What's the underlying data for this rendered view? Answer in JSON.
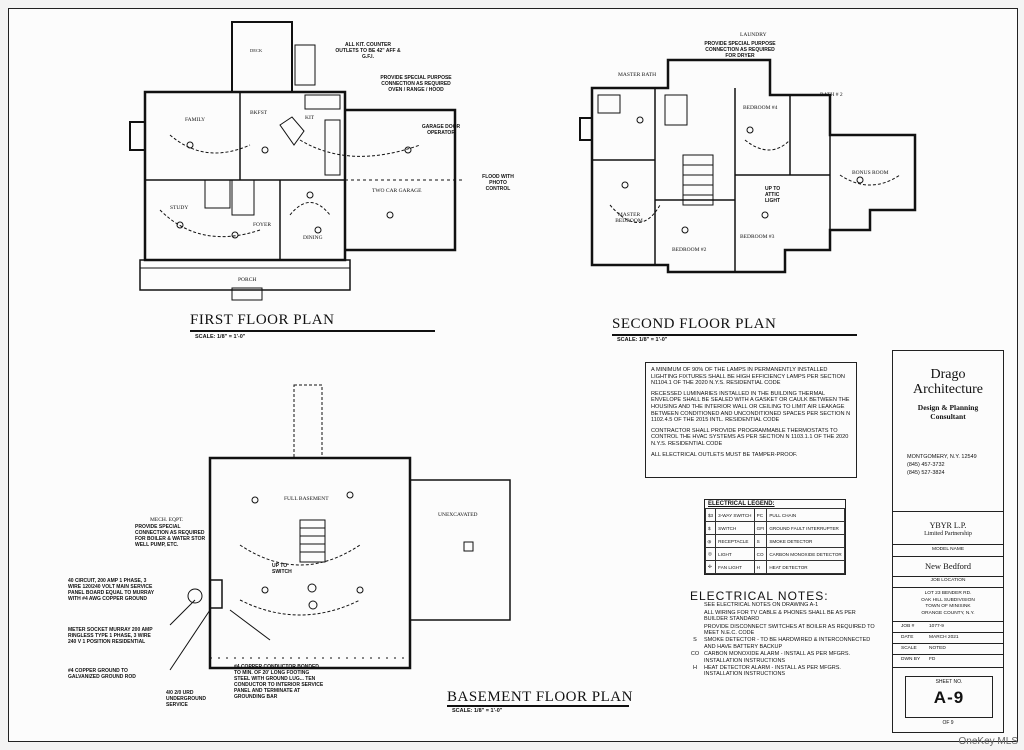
{
  "plans": {
    "first": {
      "title": "FIRST FLOOR PLAN",
      "scale": "SCALE: 1/8\" = 1'-0\"",
      "rooms": {
        "family": "FAMILY",
        "bkfst": "BKFST",
        "kit": "KIT",
        "study": "STUDY",
        "foyer": "FOYER",
        "dining": "DINING",
        "porch": "PORCH",
        "garage": "TWO CAR GARAGE",
        "deck": "DECK"
      },
      "notes": {
        "kit_outlets": "ALL KIT. COUNTER OUTLETS TO BE 42\" AFF & G.F.I.",
        "special_purpose": "PROVIDE SPECIAL PURPOSE CONNECTION AS REQUIRED OVEN / RANGE / HOOD",
        "garage_door": "GARAGE DOOR OPERATOR",
        "flood": "FLOOD WITH PHOTO CONTROL"
      }
    },
    "second": {
      "title": "SECOND FLOOR PLAN",
      "scale": "SCALE: 1/8\" = 1'-0\"",
      "rooms": {
        "laundry": "LAUNDRY",
        "master_bath": "MASTER BATH",
        "bedroom4": "BEDROOM #4",
        "bath2": "BATH # 2",
        "bonus": "BONUS ROOM",
        "master_bedroom": "MASTER BEDROOM",
        "bedroom2": "BEDROOM #2",
        "bedroom3": "BEDROOM #3"
      },
      "notes": {
        "laundry": "PROVIDE SPECIAL PURPOSE CONNECTION AS REQUIRED FOR DRYER",
        "attic": "UP TO ATTIC LIGHT"
      }
    },
    "basement": {
      "title": "BASEMENT FLOOR PLAN",
      "scale": "SCALE: 1/8\" = 1'-0\"",
      "rooms": {
        "full": "FULL BASEMENT",
        "unexcavated": "UNEXCAVATED",
        "mech": "MECH. EQPT."
      },
      "notes": {
        "mech": "PROVIDE SPECIAL CONNECTION AS REQUIRED FOR BOILER & WATER STOR WELL PUMP, ETC.",
        "circuit": "40 CIRCUIT, 200 AMP 1 PHASE, 3 WIRE 120/240 VOLT MAIN SERVICE PANEL BOARD EQUAL TO MURRAY WITH #4 AWG COPPER GROUND",
        "meter": "METER SOCKET MURRAY 200 AMP RINGLESS TYPE 1 PHASE, 3 WIRE 240 V 1 POSITION RESIDENTIAL",
        "ground": "#4 COPPER GROUND TO GALVANIZED GROUND ROD",
        "urd": "4/0 2/0 URD UNDERGROUND SERVICE",
        "conductor": "#4 COPPER CONDUCTOR BONDED TO MIN. OF 20' LONG FOOTING STEEL WITH GROUND LUG... TEN CONDUCTOR TO INTERIOR SERVICE PANEL AND TERMINATE AT GROUNDING BAR",
        "switch": "UP TO SWITCH"
      }
    }
  },
  "code_notes": [
    "A MINIMUM OF 90% OF THE LAMPS IN PERMANENTLY INSTALLED LIGHTING FIXTURES SHALL BE HIGH EFFICIENCY LAMPS PER SECTION N1104.1 OF THE 2020 N.Y.S. RESIDENTIAL CODE",
    "RECESSED LUMINARIES INSTALLED IN THE BUILDING THERMAL ENVELOPE SHALL BE SEALED WITH A GASKET OR CAULK BETWEEN THE HOUSING AND THE INTERIOR WALL OR CEILING TO LIMIT AIR LEAKAGE BETWEEN CONDITIONED AND UNCONDITIONED SPACES PER SECTION N 1102.4.5 OF THE 2015 INTL. RESIDENTIAL CODE",
    "CONTRACTOR SHALL PROVIDE PROGRAMMABLE THERMOSTATS TO CONTROL THE HVAC SYSTEMS AS PER SECTION N 1103.1.1 OF THE 2020 N.Y.S. RESIDENTIAL CODE",
    "ALL ELECTRICAL OUTLETS MUST BE TAMPER-PROOF."
  ],
  "legend": {
    "title": "ELECTRICAL LEGEND:",
    "rows": [
      [
        "$3",
        "3-WAY SWITCH",
        "PC",
        "PULL CHAIN"
      ],
      [
        "$",
        "SWITCH",
        "GFI",
        "GROUND FAULT INTERRUPTER"
      ],
      [
        "⦶",
        "RECEPTACLE",
        "S",
        "SMOKE DETECTOR"
      ],
      [
        "◎",
        "LIGHT",
        "CO",
        "CARBON MONOXIDE DETECTOR"
      ],
      [
        "✣",
        "FAN LIGHT",
        "H",
        "HEAT DETECTOR"
      ]
    ]
  },
  "electrical_notes": {
    "title": "ELECTRICAL NOTES:",
    "items": [
      [
        "",
        "SEE ELECTRICAL NOTES ON DRAWING A-1"
      ],
      [
        "",
        "ALL WIRING FOR TV CABLE & PHONES SHALL BE AS PER BUILDER STANDARD"
      ],
      [
        "",
        "PROVIDE DISCONNECT SWITCHES AT BOILER AS REQUIRED TO MEET N.E.C. CODE"
      ],
      [
        "S",
        "SMOKE DETECTOR - TO BE HARDWIRED & INTERCONNECTED AND HAVE BATTERY BACKUP"
      ],
      [
        "CO",
        "CARBON MONOXIDE ALARM - INSTALL AS PER MFGRS. INSTALLATION INSTRUCTIONS"
      ],
      [
        "H",
        "HEAT DETECTOR ALARM - INSTALL AS PER MFGRS. INSTALLATION INSTRUCTIONS"
      ]
    ]
  },
  "title_block": {
    "firm_line1": "Drago",
    "firm_line2": "Architecture",
    "sub_line1": "Design & Planning",
    "sub_line2": "Consultant",
    "addr1": "MONTGOMERY, N.Y. 12549",
    "addr2": "(845) 457-3732",
    "addr3": "(845) 527-3824",
    "owner1": "YBYR L.P.",
    "owner2": "Limited Partnership",
    "model_label": "MODEL NAME",
    "model": "New Bedford",
    "loc_label": "JOB LOCATION",
    "loc1": "LOT 23 BENDER RD.",
    "loc2": "OAK HILL SUBDIVISION",
    "loc3": "TOWN OF MINISINK",
    "loc4": "ORANGE COUNTY, N.Y.",
    "job_label": "JOB #",
    "job": "1077-9",
    "date_label": "DATE",
    "date": "MARCH 2021",
    "scale_label": "SCALE",
    "scale": "NOTED",
    "dwn_label": "DWN BY",
    "dwn": "FD",
    "sheet_label": "SHEET NO.",
    "sheet": "A-9",
    "of": "OF 9"
  },
  "watermark": "OneKey MLS"
}
